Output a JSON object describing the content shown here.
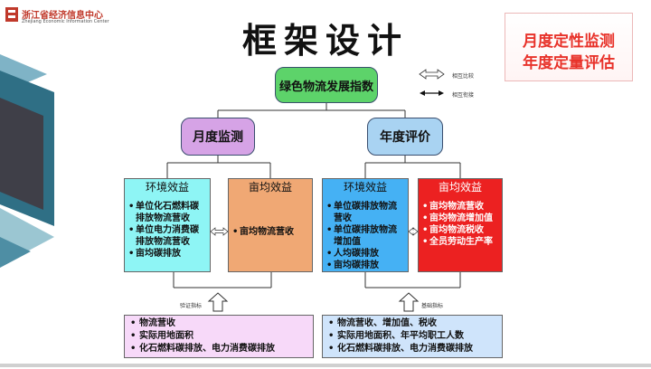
{
  "header": {
    "logo_text": "浙江省经济信息中心",
    "logo_subtext": "Zhejiang Economic Information Center",
    "title": "框架设计",
    "corner_line1": "月度定性监测",
    "corner_line2": "年度定量评估"
  },
  "legend": {
    "compare_label": "相互比较",
    "connect_label": "相互衔接"
  },
  "diagram": {
    "root": "绿色物流发展指数",
    "month": "月度监测",
    "year": "年度评价",
    "panels": [
      {
        "title": "环境效益",
        "items": [
          "单位化石燃料碳排放物流营收",
          "单位电力消费碳排放物流营收",
          "亩均碳排放"
        ]
      },
      {
        "title": "亩均效益",
        "items": [
          "亩均物流营收"
        ]
      },
      {
        "title": "环境效益",
        "items": [
          "单位碳排放物流营收",
          "单位碳排放物流增加值",
          "人均碳排放",
          "亩均碳排放"
        ]
      },
      {
        "title": "亩均效益",
        "items": [
          "亩均物流营收",
          "亩均物流增加值",
          "亩均物流税收",
          "全员劳动生产率"
        ]
      }
    ],
    "left_arrow_label": "验证指标",
    "right_arrow_label": "基础指标",
    "bottom_left": [
      "物流营收",
      "实际用地面积",
      "化石燃料碳排放、电力消费碳排放"
    ],
    "bottom_right": [
      "物流营收、增加值、税收",
      "实际用地面积、年平均职工人数",
      "化石燃料碳排放、电力消费碳排放"
    ]
  },
  "colors": {
    "root": "#5dd36a",
    "month": "#d6a3e6",
    "year": "#a9d3f2",
    "panel1": "#8ef5f5",
    "panel2": "#f0a874",
    "panel3": "#45b1f4",
    "panel4": "#ec2121",
    "corner_text": "#e8322a"
  }
}
